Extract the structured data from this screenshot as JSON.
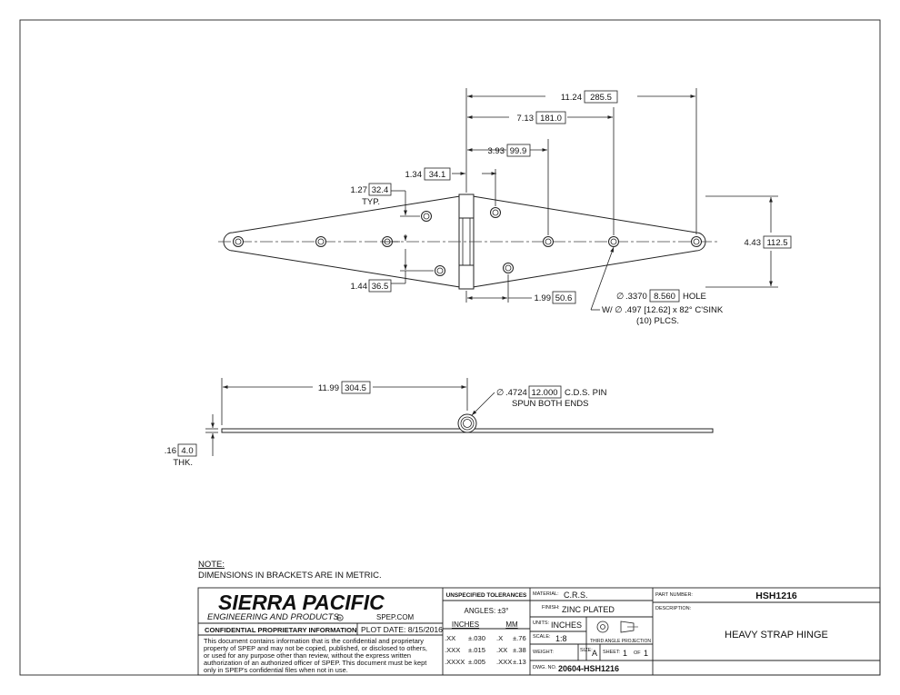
{
  "dimensions": {
    "overall_length": {
      "in": "11.24",
      "mm": "285.5"
    },
    "hole_far": {
      "in": "7.13",
      "mm": "181.0"
    },
    "hole_near": {
      "in": "3.93",
      "mm": "99.9"
    },
    "pin_offset": {
      "in": "1.34",
      "mm": "34.1"
    },
    "hole_spacing_typ": {
      "in": "1.27",
      "mm": "32.4",
      "note": "TYP."
    },
    "hole_spacing_lower": {
      "in": "1.44",
      "mm": "36.5"
    },
    "lower_hole_offset": {
      "in": "1.99",
      "mm": "50.6"
    },
    "width": {
      "in": "4.43",
      "mm": "112.5"
    },
    "hole_callout": {
      "line1_in": ".3370",
      "line1_mm": "8.560",
      "line1_suffix": "HOLE",
      "line2": "W/ ∅ .497 [12.62] x 82° C'SINK",
      "line3": "(10) PLCS."
    },
    "pin_length": {
      "in": "11.99",
      "mm": "304.5"
    },
    "pin_callout": {
      "in": ".4724",
      "mm": "12.000",
      "suffix": "C.D.S. PIN",
      "line2": "SPUN BOTH ENDS"
    },
    "thickness": {
      "in": ".16",
      "mm": "4.0",
      "note": "THK."
    }
  },
  "note": {
    "title": "NOTE:",
    "text": "DIMENSIONS IN BRACKETS ARE IN METRIC."
  },
  "title_block": {
    "company": "SIERRA PACIFIC",
    "company_sub": "ENGINEERING AND PRODUCTS",
    "registered_mark": "R",
    "website": "SPEP.COM",
    "confidential_label": "CONFIDENTIAL PROPRIETARY INFORMATION",
    "plot_date": "PLOT DATE: 8/15/2016",
    "confidential_text": [
      "This document contains information that is the confidential and proprietary",
      "property of SPEP and may not be copied, published, or disclosed to others,",
      "or used for any purpose  other than review, without the express written",
      "authorization of an authorized officer of SPEP. This document must be kept",
      "only in SPEP's confidential files when not in use."
    ],
    "tolerances_title": "UNSPECIFIED TOLERANCES",
    "angles": "ANGLES: ±3°",
    "inches_label": "INCHES",
    "mm_label": "MM",
    "tol_rows": [
      {
        "in_key": ".XX",
        "in_val": "±.030",
        "mm_key": ".X",
        "mm_val": "±.76"
      },
      {
        "in_key": ".XXX",
        "in_val": "±.015",
        "mm_key": ".XX",
        "mm_val": "±.38"
      },
      {
        "in_key": ".XXXX",
        "in_val": "±.005",
        "mm_key": ".XXX",
        "mm_val": "±.13"
      }
    ],
    "material_label": "MATERIAL:",
    "material": "C.R.S.",
    "finish_label": "FINISH:",
    "finish": "ZINC PLATED",
    "units_label": "UNITS:",
    "units": "INCHES",
    "projection_label": "THIRD ANGLE PROJECTION",
    "scale_label": "SCALE:",
    "scale": "1:8",
    "weight_label": "WEIGHT:",
    "size_label": "SIZE:",
    "size": "A",
    "sheet_label": "SHEET:",
    "sheet": "1",
    "of_label": "OF",
    "sheet_total": "1",
    "dwg_label": "DWG. NO.",
    "dwg_no": "20604-HSH1216",
    "part_number_label": "PART NUMBER:",
    "part_number": "HSH1216",
    "description_label": "DESCRIPTION:",
    "description": "HEAVY STRAP HINGE"
  }
}
